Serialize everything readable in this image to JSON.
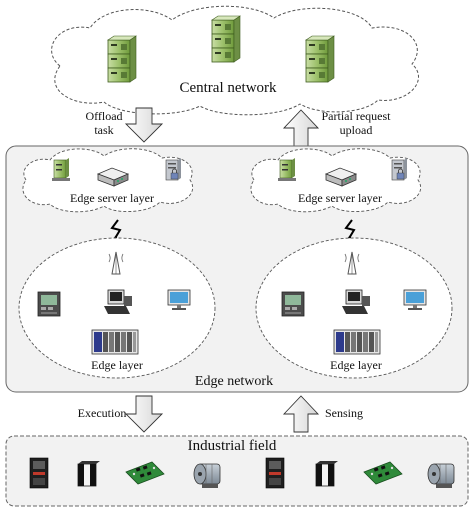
{
  "central_network": {
    "label": "Central network"
  },
  "offload_task": {
    "line1": "Offload",
    "line2": "task"
  },
  "partial_request_upload": {
    "line1": "Partial request",
    "line2": "upload"
  },
  "edge_network": {
    "label": "Edge network",
    "left": {
      "server_layer_label": "Edge server layer",
      "edge_layer_label": "Edge layer"
    },
    "right": {
      "server_layer_label": "Edge server layer",
      "edge_layer_label": "Edge layer"
    }
  },
  "execution": {
    "label": "Execution"
  },
  "sensing": {
    "label": "Sensing"
  },
  "industrial_field": {
    "label": "Industrial field"
  },
  "icons": [
    "server-rack-icon",
    "router-icon",
    "wireless-signal-icon",
    "antenna-icon",
    "meter-icon",
    "desktop-computer-icon",
    "monitor-icon",
    "plc-rack-icon",
    "drive-unit-icon",
    "controller-module-icon",
    "circuit-board-icon",
    "electric-motor-icon"
  ],
  "colors": {
    "server_green": "#9cc06a",
    "cloud_fill": "#ffffff",
    "panel_fill": "#f2f2f2",
    "stroke": "#555555"
  }
}
